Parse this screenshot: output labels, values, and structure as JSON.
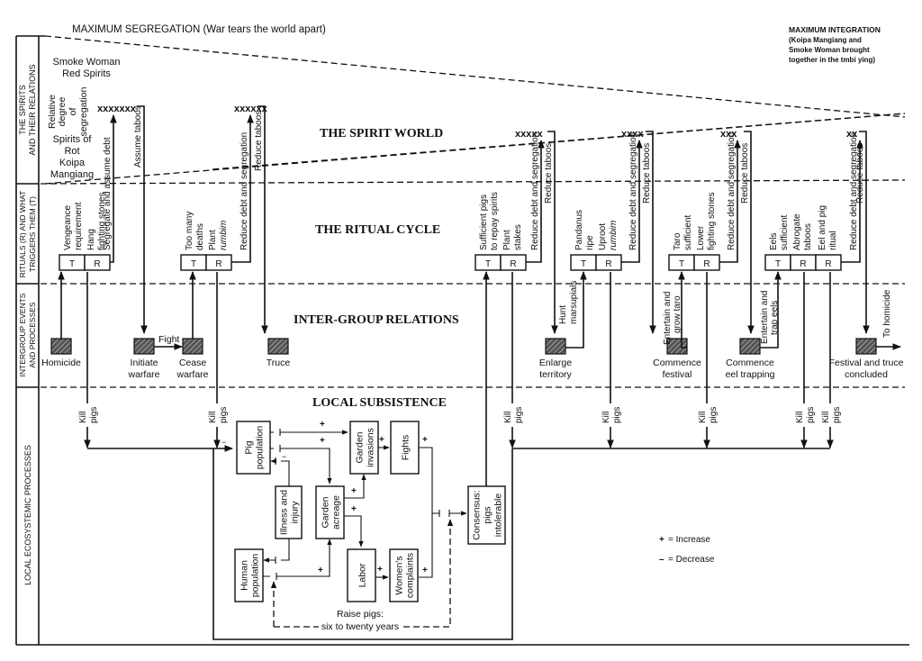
{
  "header": {
    "left_title": "MAXIMUM SEGREGATION (War tears the world apart)",
    "right_title_lines": [
      "MAXIMUM INTEGRATION",
      "(Koipa Mangiang and",
      "Smoke Woman brought",
      "together in the tmbi ying)"
    ]
  },
  "rows": [
    {
      "label_lines": [
        "THE SPIRITS",
        "AND THEIR RELATIONS"
      ],
      "title": "THE SPIRIT WORLD"
    },
    {
      "label_lines": [
        "RITUALS (R) AND WHAT",
        "TRIGGERS THEM (T)"
      ],
      "title": "THE RITUAL CYCLE"
    },
    {
      "label_lines": [
        "INTERGROUP EVENTS",
        "AND PROCESSES"
      ],
      "title": "INTER-GROUP RELATIONS"
    },
    {
      "label_lines": [
        "LOCAL ECOSYSTEMIC PROCESSES"
      ],
      "title": "LOCAL SUBSISTENCE"
    }
  ],
  "spirits": {
    "top": [
      "Smoke Woman",
      "Red Spirits"
    ],
    "middle": [
      "Relative",
      "degree",
      "of",
      "segregation"
    ],
    "bottom": [
      "Spirits of",
      "Rot",
      "Koipa",
      "Mangiang"
    ]
  },
  "segregation_marks": [
    "xxxxxxx",
    "xxxxxx",
    "xxxxx",
    "xxxx",
    "xxx",
    "xx"
  ],
  "ritual_groups": [
    {
      "trigger": [
        "Vengeance",
        "requirement"
      ],
      "rituals": [
        [
          "Hang",
          "fighting stones"
        ]
      ],
      "effect": "Segregate and assume debt",
      "taboo": "Assume taboos"
    },
    {
      "trigger": [
        "Too many",
        "deaths"
      ],
      "rituals": [
        [
          "Plant",
          "rumbim"
        ]
      ],
      "effect": "Reduce debt and segregation",
      "taboo": "Reduce taboos"
    },
    {
      "trigger": [
        "Sufficient pigs",
        "to repay spirits"
      ],
      "rituals": [
        [
          "Plant",
          "stakes"
        ]
      ],
      "effect": "Reduce debt and segregation",
      "taboo": "Reduce taboos"
    },
    {
      "trigger": [
        "Pandanus",
        "ripe"
      ],
      "rituals": [
        [
          "Uproot",
          "rumbim"
        ]
      ],
      "effect": "Reduce debt and segregation",
      "taboo": "Reduce taboos"
    },
    {
      "trigger": [
        "Taro",
        "sufficient"
      ],
      "rituals": [
        [
          "Lower",
          "fighting stones"
        ]
      ],
      "effect": "Reduce debt and segregation",
      "taboo": "Reduce taboos"
    },
    {
      "trigger": [
        "Eels",
        "sufficient"
      ],
      "rituals": [
        [
          "Abrogate",
          "taboos"
        ],
        [
          "Eel and pig",
          "ritual"
        ]
      ],
      "effect": "Reduce debt and segregation",
      "taboo": "Reduce taboos"
    }
  ],
  "box_labels": {
    "trigger": "T",
    "ritual": "R"
  },
  "events": [
    {
      "label": [
        "Homicide"
      ]
    },
    {
      "label": [
        "Initiate",
        "warfare"
      ]
    },
    {
      "label": [
        "Cease",
        "warfare"
      ]
    },
    {
      "label": [
        "Truce"
      ]
    },
    {
      "label": [
        "Enlarge",
        "territory"
      ]
    },
    {
      "label": [
        "Commence",
        "festival"
      ]
    },
    {
      "label": [
        "Commence",
        "eel trapping"
      ]
    },
    {
      "label": [
        "Festival and truce",
        "concluded"
      ]
    }
  ],
  "event_links": {
    "fight": "Fight",
    "hunt": [
      "Hunt",
      "marsupials"
    ],
    "grow_taro": [
      "Entertain and",
      "grow taro"
    ],
    "trap_eels": [
      "Entertain and",
      "trap eels"
    ],
    "to_homicide": "To homicide"
  },
  "kill_pigs": [
    "Kill",
    "pigs"
  ],
  "ecosystem": {
    "nodes": {
      "pig_population": [
        "Pig",
        "population"
      ],
      "illness": [
        "Illness and",
        "injury"
      ],
      "human_population": [
        "Human",
        "population"
      ],
      "garden_acreage": [
        "Garden",
        "acreage"
      ],
      "garden_invasions": [
        "Garden",
        "invasions"
      ],
      "fights": [
        "Fights"
      ],
      "labor": [
        "Labor"
      ],
      "womens_complaints": [
        "Women's",
        "complaints"
      ],
      "consensus": [
        "Consensus:",
        "pigs",
        "intolerable"
      ]
    },
    "raise_pigs": [
      "Raise pigs:",
      "six to twenty years"
    ],
    "plus": "+",
    "minus": "−"
  },
  "legend": [
    {
      "symbol": "+",
      "meaning": "= Increase"
    },
    {
      "symbol": "–",
      "meaning": "= Decrease"
    }
  ]
}
